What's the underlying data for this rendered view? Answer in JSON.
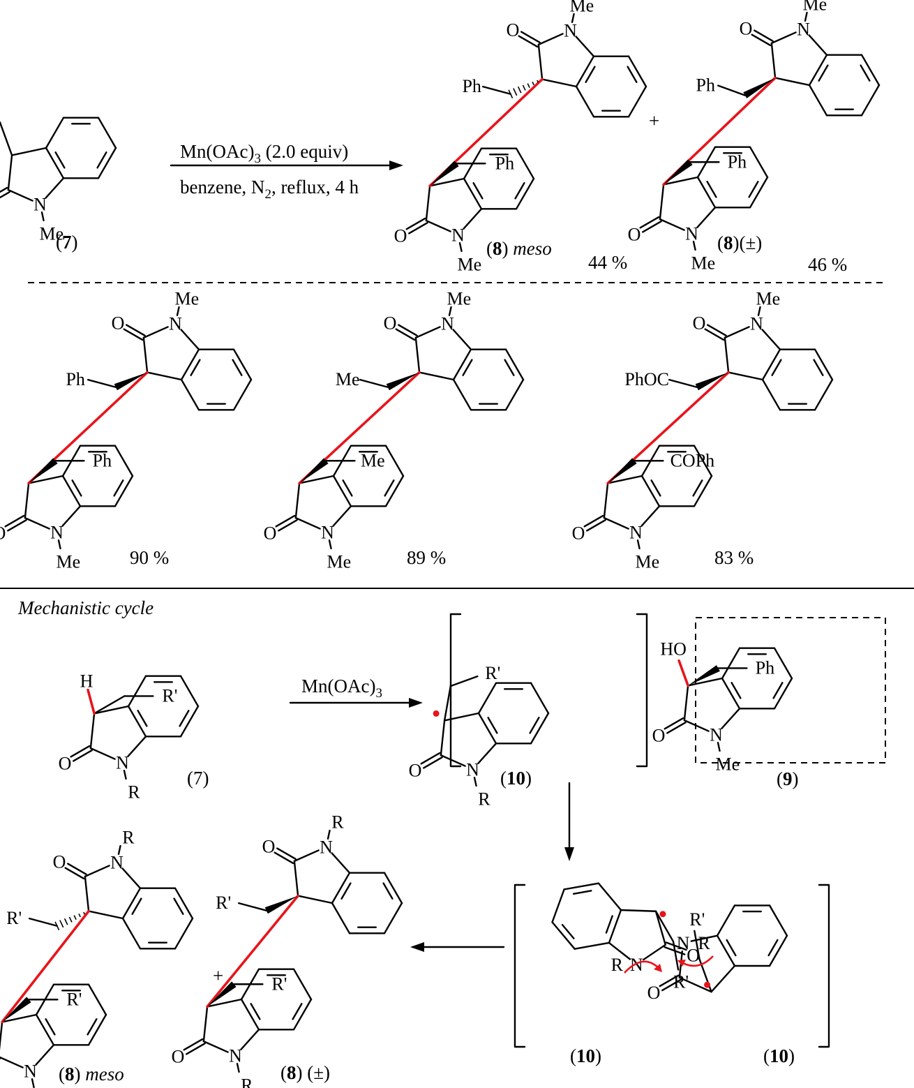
{
  "colors": {
    "bond": "#000000",
    "new_bond": "#e8141b",
    "radical": "#e8141b",
    "hydrogen": "#0000ff"
  },
  "atoms": {
    "ph": "Ph",
    "me": "Me",
    "n": "N",
    "o": "O",
    "r": "R",
    "rp": "R'",
    "h": "H",
    "ho": "HO",
    "phoc": "PhOC",
    "coph": "COPh"
  },
  "section1": {
    "reagent": "Mn(OAc)",
    "reagent_sub": "3",
    "reagent_tail": " (2.0 equiv)",
    "conditions": "benzene, N",
    "conditions_sub": "2",
    "conditions_tail": ", reflux, 4 h",
    "sm_num": "7",
    "p1_num": "8",
    "p1_desc": "meso",
    "p1_yield": "44 %",
    "plus": "+",
    "p2_num": "8",
    "p2_desc": "(±)",
    "p2_yield": "46 %"
  },
  "section2": {
    "yields": [
      "90 %",
      "89 %",
      "83 %"
    ]
  },
  "section3": {
    "title": "Mechanistic cycle",
    "reagent": "Mn(OAc)",
    "reagent_sub": "3",
    "sm_label": "(7)",
    "int_num": "10",
    "side_num": "9",
    "prod1_num": "8",
    "prod1_desc": "meso",
    "prod2_num": "8",
    "prod2_desc": "(±)",
    "plus": "+"
  }
}
